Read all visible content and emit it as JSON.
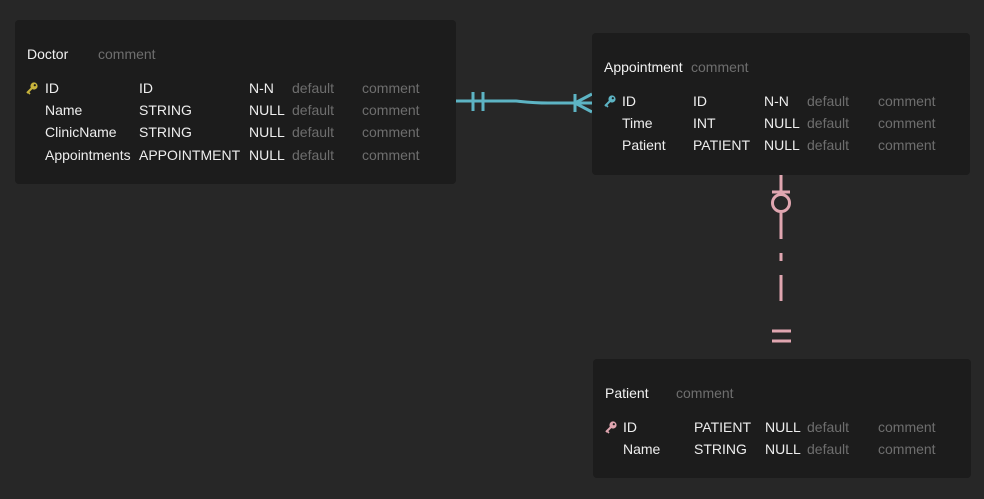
{
  "colors": {
    "background": "#272727",
    "table": "#1c1c1c",
    "doctor_appointment_link": "#5db4c4",
    "appointment_patient_link": "#e0a6b0",
    "doctor_key": "#c8b43c",
    "appointment_key": "#5db4c4",
    "patient_key": "#e0a6b0"
  },
  "tables": {
    "doctor": {
      "name": "Doctor",
      "comment": "comment",
      "columns": [
        {
          "name": "ID",
          "type": "ID",
          "null": "N-N",
          "default": "default",
          "comment": "comment",
          "key": "key-icon"
        },
        {
          "name": "Name",
          "type": "STRING",
          "null": "NULL",
          "default": "default",
          "comment": "comment"
        },
        {
          "name": "ClinicName",
          "type": "STRING",
          "null": "NULL",
          "default": "default",
          "comment": "comment"
        },
        {
          "name": "Appointments",
          "type": "APPOINTMENT",
          "null": "NULL",
          "default": "default",
          "comment": "comment"
        }
      ]
    },
    "appointment": {
      "name": "Appointment",
      "comment": "comment",
      "columns": [
        {
          "name": "ID",
          "type": "ID",
          "null": "N-N",
          "default": "default",
          "comment": "comment",
          "key": "key-icon"
        },
        {
          "name": "Time",
          "type": "INT",
          "null": "NULL",
          "default": "default",
          "comment": "comment"
        },
        {
          "name": "Patient",
          "type": "PATIENT",
          "null": "NULL",
          "default": "default",
          "comment": "comment"
        }
      ]
    },
    "patient": {
      "name": "Patient",
      "comment": "comment",
      "columns": [
        {
          "name": "ID",
          "type": "PATIENT",
          "null": "NULL",
          "default": "default",
          "comment": "comment",
          "key": "key-icon"
        },
        {
          "name": "Name",
          "type": "STRING",
          "null": "NULL",
          "default": "default",
          "comment": "comment"
        }
      ]
    }
  },
  "relations": [
    {
      "from": "doctor",
      "to": "appointment",
      "from_cardinality": "one-and-only-one",
      "to_cardinality": "one-or-many",
      "line": "solid"
    },
    {
      "from": "appointment",
      "to": "patient",
      "from_cardinality": "zero-or-one",
      "to_cardinality": "one-and-only-one",
      "line": "dashed"
    }
  ]
}
